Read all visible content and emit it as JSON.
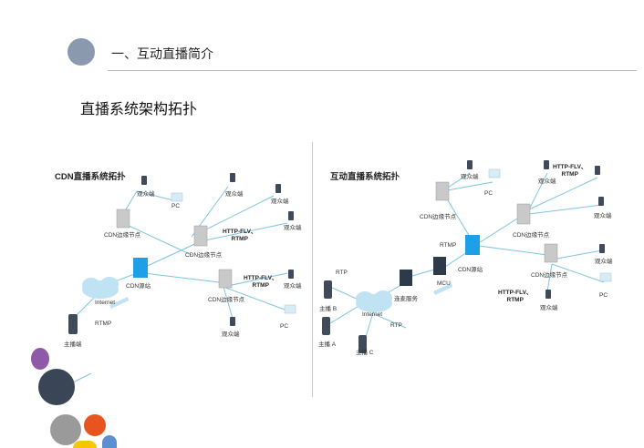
{
  "header": {
    "section_title": "一、互动直播简介",
    "slide_title": "直播系统架构拓扑"
  },
  "cdn_panel": {
    "title": "CDN直播系统拓扑",
    "labels": {
      "viewer_top": "观众端",
      "pc_top": "PC",
      "edge_left": "CDN边缘节点",
      "viewer_right_top": "观众端",
      "viewer_right_top2": "观众端",
      "viewer_right_mid": "观众端",
      "http_flv_1": "HTTP-FLV、",
      "rtmp_1": "RTMP",
      "edge_mid": "CDN边缘节点",
      "source": "CDN源站",
      "internet": "Internet",
      "http_flv_2": "HTTP-FLV、",
      "rtmp_2": "RTMP",
      "edge_bottom": "CDN边缘节点",
      "viewer_right_bottom": "观众端",
      "pc_bottom": "PC",
      "viewer_bottom": "观众端",
      "rtmp_anchor": "RTMP",
      "anchor": "主播端"
    }
  },
  "interactive_panel": {
    "title": "互动直播系统拓扑",
    "labels": {
      "viewer_top": "观众端",
      "pc_top": "PC",
      "edge_top": "CDN边缘节点",
      "viewer_top_right": "观众端",
      "http_flv_1": "HTTP-FLV、",
      "rtmp_1": "RTMP",
      "viewer_right": "观众端",
      "edge_mid": "CDN边缘节点",
      "rtmp_source": "RTMP",
      "source": "CDN源站",
      "viewer_right2": "观众端",
      "edge_bottom": "CDN边缘节点",
      "rtp_top": "RTP",
      "connect_service": "连麦服务",
      "mcu": "MCU",
      "pc_right": "PC",
      "anchor_b": "主播 B",
      "internet": "Internet",
      "http_flv_2": "HTTP-FLV、",
      "rtmp_2": "RTMP",
      "viewer_bottom": "观众端",
      "rtp_bottom": "RTP",
      "anchor_a": "主播 A",
      "anchor_c": "主播 C"
    }
  },
  "colors": {
    "bullet": "#8a99ad",
    "line": "#7fc4e0",
    "server": "#c9c9c9",
    "source": "#1ea0e6",
    "mcu": "#2d3a4a",
    "phone": "#3f4a5a",
    "cloud": "#bfe3f3",
    "deco_purple": "#8e5aa8",
    "deco_navy": "#3a4656",
    "deco_gray": "#9a9a9a",
    "deco_orange": "#e8541f",
    "deco_yellow": "#f4c800",
    "deco_blue": "#5b8fd0"
  }
}
